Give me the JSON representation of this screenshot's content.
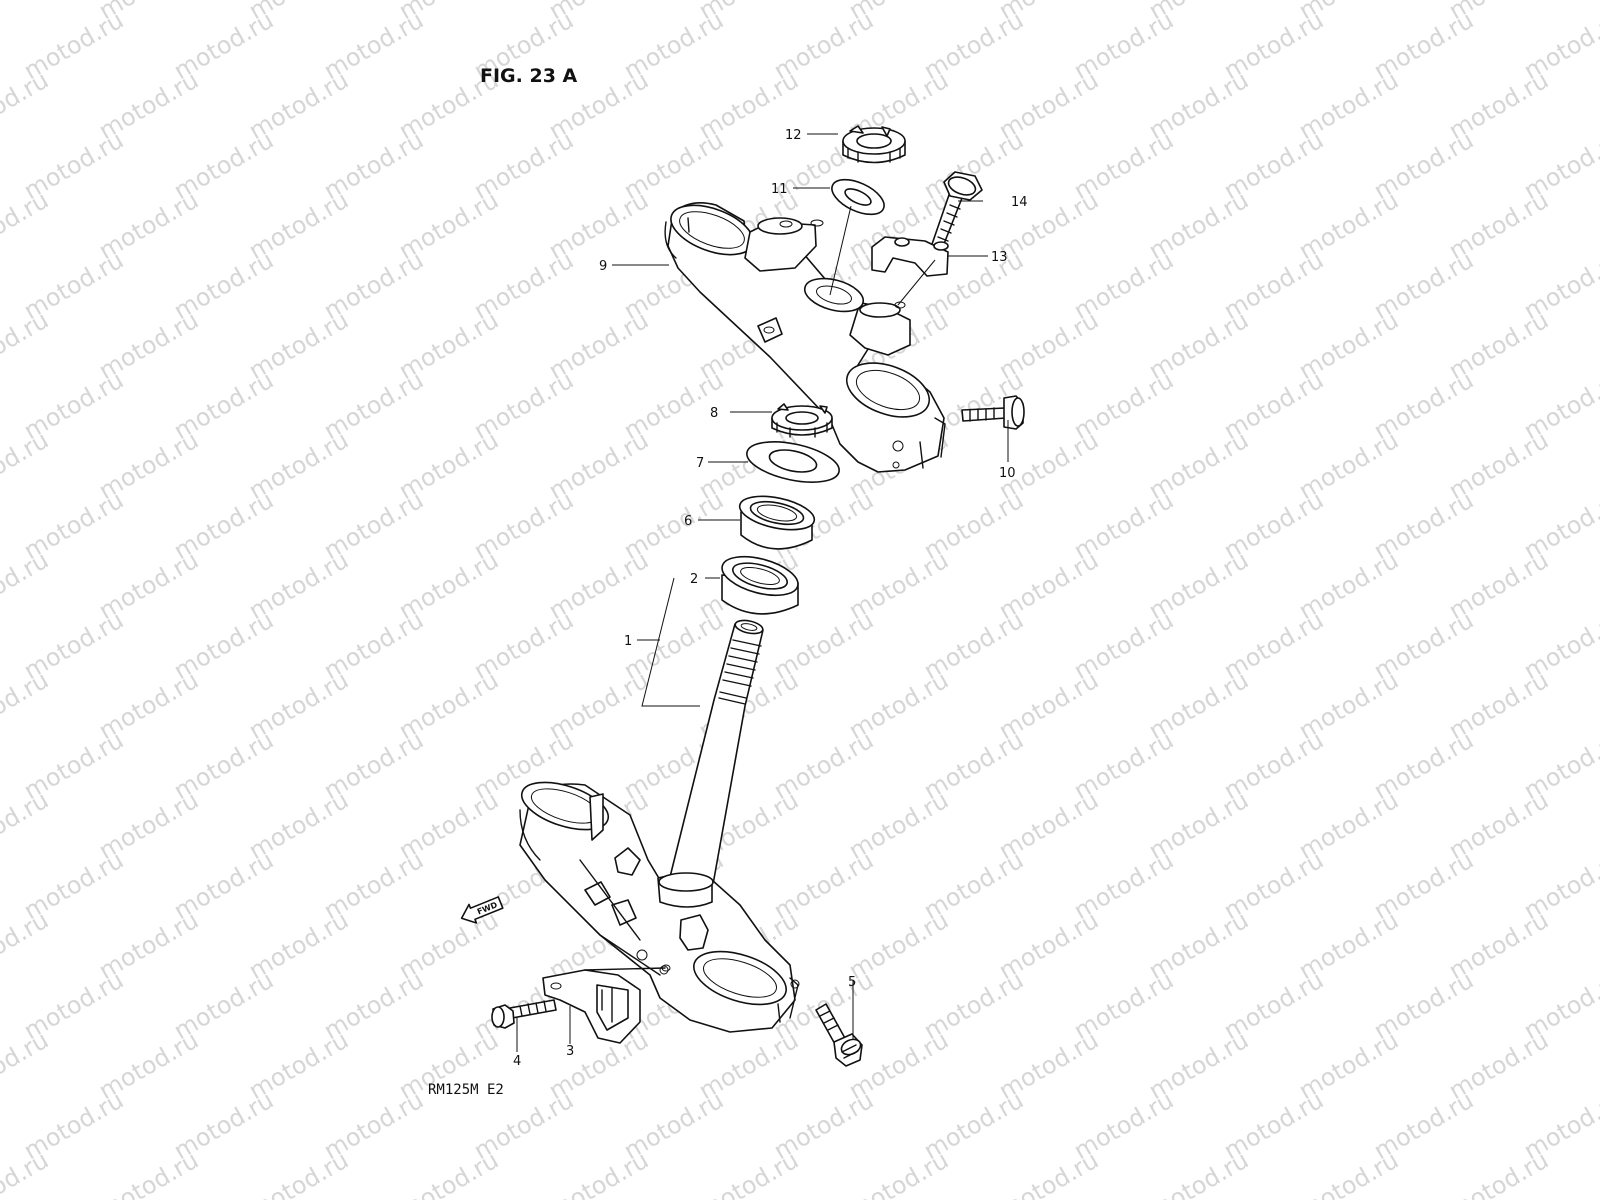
{
  "figure": {
    "title": "FIG. 23 A",
    "model_code": "RM125M E2",
    "direction_label": "FWD",
    "watermark_text": "motod.ru"
  },
  "callouts": [
    {
      "id": "1",
      "label": "1"
    },
    {
      "id": "2",
      "label": "2"
    },
    {
      "id": "3",
      "label": "3"
    },
    {
      "id": "4",
      "label": "4"
    },
    {
      "id": "5",
      "label": "5"
    },
    {
      "id": "6",
      "label": "6"
    },
    {
      "id": "7",
      "label": "7"
    },
    {
      "id": "8",
      "label": "8"
    },
    {
      "id": "9",
      "label": "9"
    },
    {
      "id": "10",
      "label": "10"
    },
    {
      "id": "11",
      "label": "11"
    },
    {
      "id": "12",
      "label": "12"
    },
    {
      "id": "13",
      "label": "13"
    },
    {
      "id": "14",
      "label": "14"
    }
  ],
  "colors": {
    "background": "#ffffff",
    "line": "#111111",
    "watermark": "#d6d6d6"
  }
}
